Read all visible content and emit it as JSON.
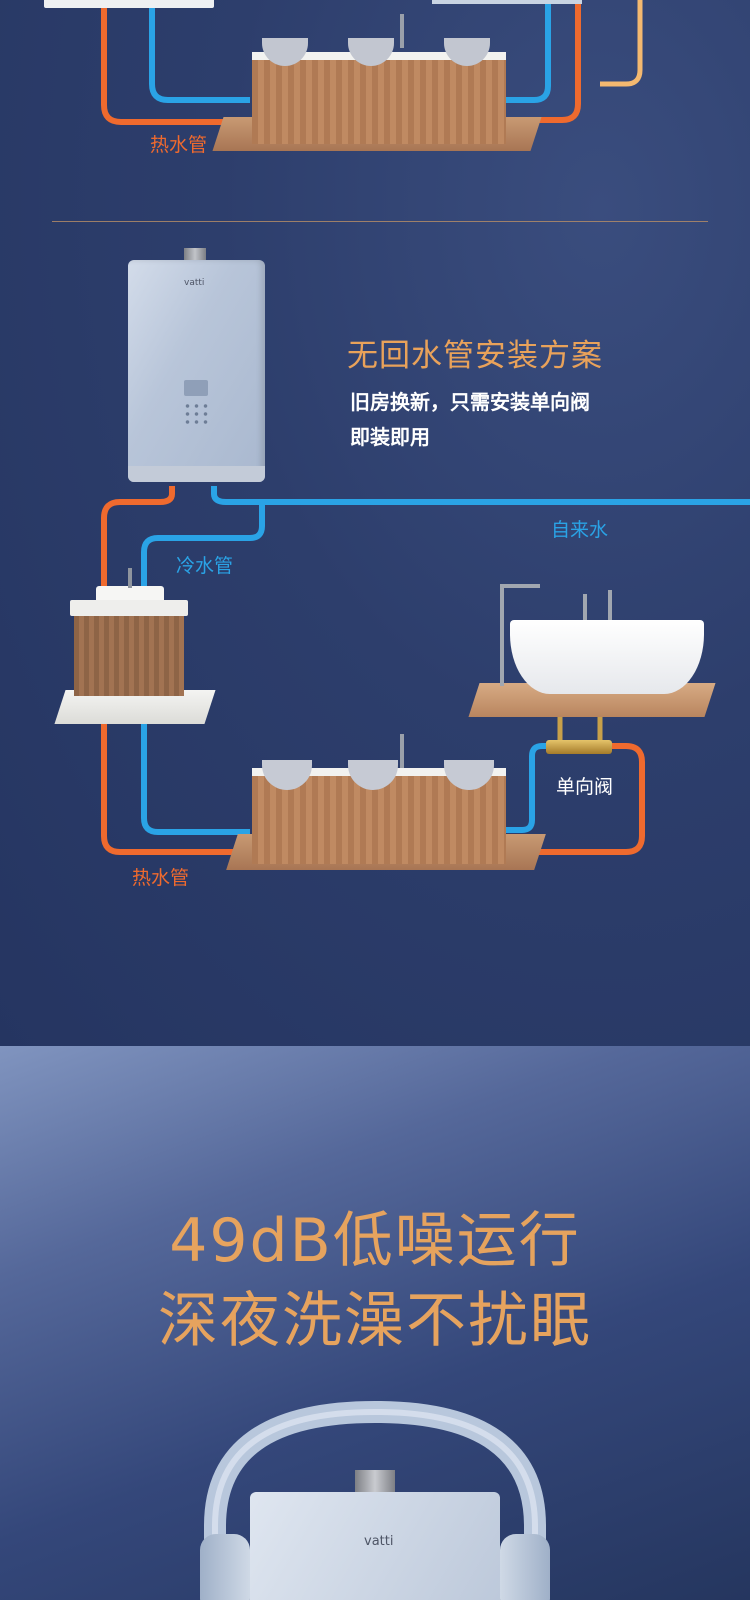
{
  "top_section": {
    "hot_pipe_label": "热水管"
  },
  "install_plan": {
    "title": "无回水管安装方案",
    "subtitle_line1": "旧房换新，只需安装单向阀",
    "subtitle_line2": "即装即用",
    "heater_brand": "vatti",
    "tap_water_label": "自来水",
    "cold_pipe_label": "冷水管",
    "check_valve_label": "单向阀",
    "hot_pipe_label": "热水管"
  },
  "noise_section": {
    "headline_line1": "49dB低噪运行",
    "headline_line2": "深夜洗澡不扰眠",
    "heater_brand": "vatti"
  },
  "colors": {
    "hot_pipe": "#ef6a2e",
    "cold_pipe": "#2aa3e6",
    "accent_gold": "#e9a25a",
    "background_navy": "#2d3e6c"
  }
}
